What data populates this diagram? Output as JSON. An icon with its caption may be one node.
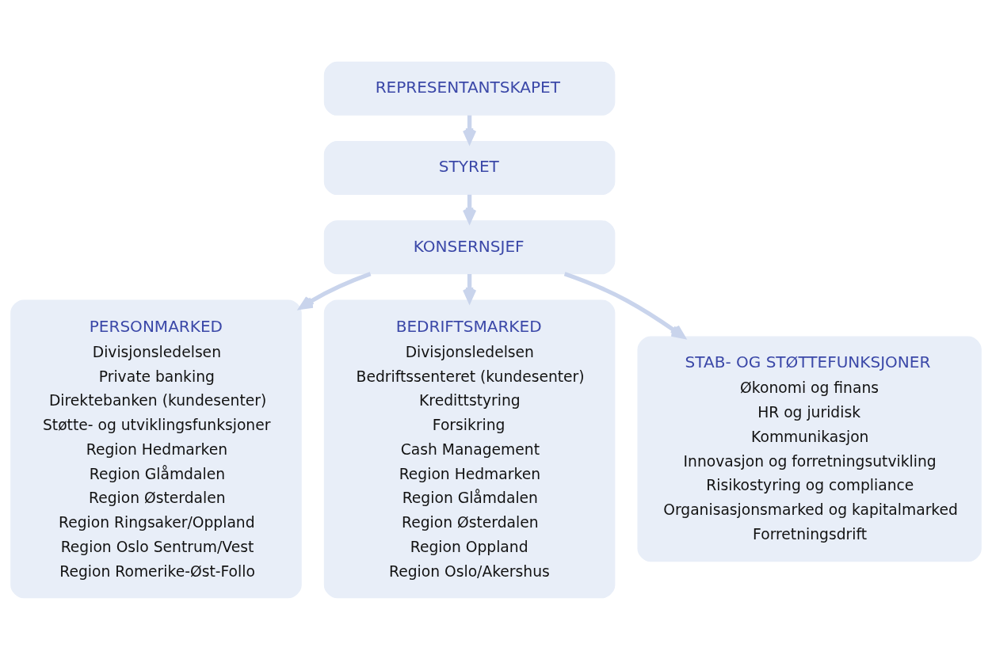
{
  "diagram": {
    "nodes": [
      {
        "text": [
          "REPRESENTANTSKAPET"
        ]
      },
      {
        "text": [
          "STYRET"
        ]
      },
      {
        "text": [
          "KONSERNSJEF"
        ]
      },
      {
        "text": [
          "PERSONMARKED",
          "Divisjonsledelsen",
          "Private banking",
          "Direktebanken (kundesenter)",
          "Støtte- og utviklingsfunksjoner",
          "Region Hedmarken",
          "Region Glåmdalen",
          "Region Østerdalen",
          "Region Ringsaker/Oppland",
          "Region Oslo Sentrum/Vest",
          "Region Romerike-Øst-Follo"
        ]
      },
      {
        "text": [
          "BEDRIFTSMARKED",
          "Divisjonsledelsen",
          "Bedriftssenteret (kundesenter)",
          "Kredittstyring",
          "Forsikring",
          "Cash Management",
          "Region Hedmarken",
          "Region Glåmdalen",
          "Region Østerdalen",
          "Region Oppland",
          "Region Oslo/Akershus"
        ]
      },
      {
        "text": [
          "STAB- OG STØTTEFUNKSJONER",
          "Økonomi og finans",
          "HR og juridisk",
          "Kommunikasjon",
          "Innovasjon og forretningsutvikling",
          "Risikostyring og compliance",
          "Organisasjonsmarked og kapitalmarked",
          "Forretningsdrift"
        ]
      }
    ],
    "edges": [
      {
        "from": 0,
        "to": 1,
        "arrow": "to"
      },
      {
        "from": 1,
        "to": 2,
        "arrow": "to"
      },
      {
        "from": 2,
        "to": 3,
        "arrow": "to"
      },
      {
        "from": 2,
        "to": 4,
        "arrow": "to"
      },
      {
        "from": 2,
        "to": 5,
        "arrow": "to"
      }
    ]
  }
}
